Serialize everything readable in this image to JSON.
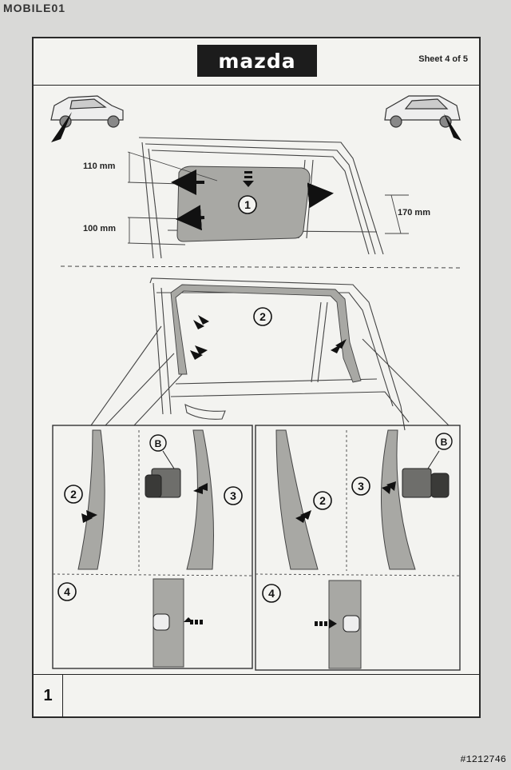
{
  "watermark": "MOBILE01",
  "photo_id": "#1212746",
  "header": {
    "brand": "mazda",
    "sheet": "Sheet 4 of 5"
  },
  "dimensions": {
    "top_gap": "110 mm",
    "bottom_gap": "100 mm",
    "side_gap": "170 mm"
  },
  "steps": {
    "s1": "1",
    "s2_main": "2",
    "s2_left": "2",
    "s3_left": "3",
    "b_left": "B",
    "s2_right": "2",
    "s3_right": "3",
    "b_right": "B",
    "s4_left": "4",
    "s4_right": "4"
  },
  "page_number": "1",
  "colors": {
    "paper": "#f3f3f0",
    "line": "#2a2a2a",
    "shade": "#a8a8a4",
    "brand_box": "#1c1c1c"
  }
}
